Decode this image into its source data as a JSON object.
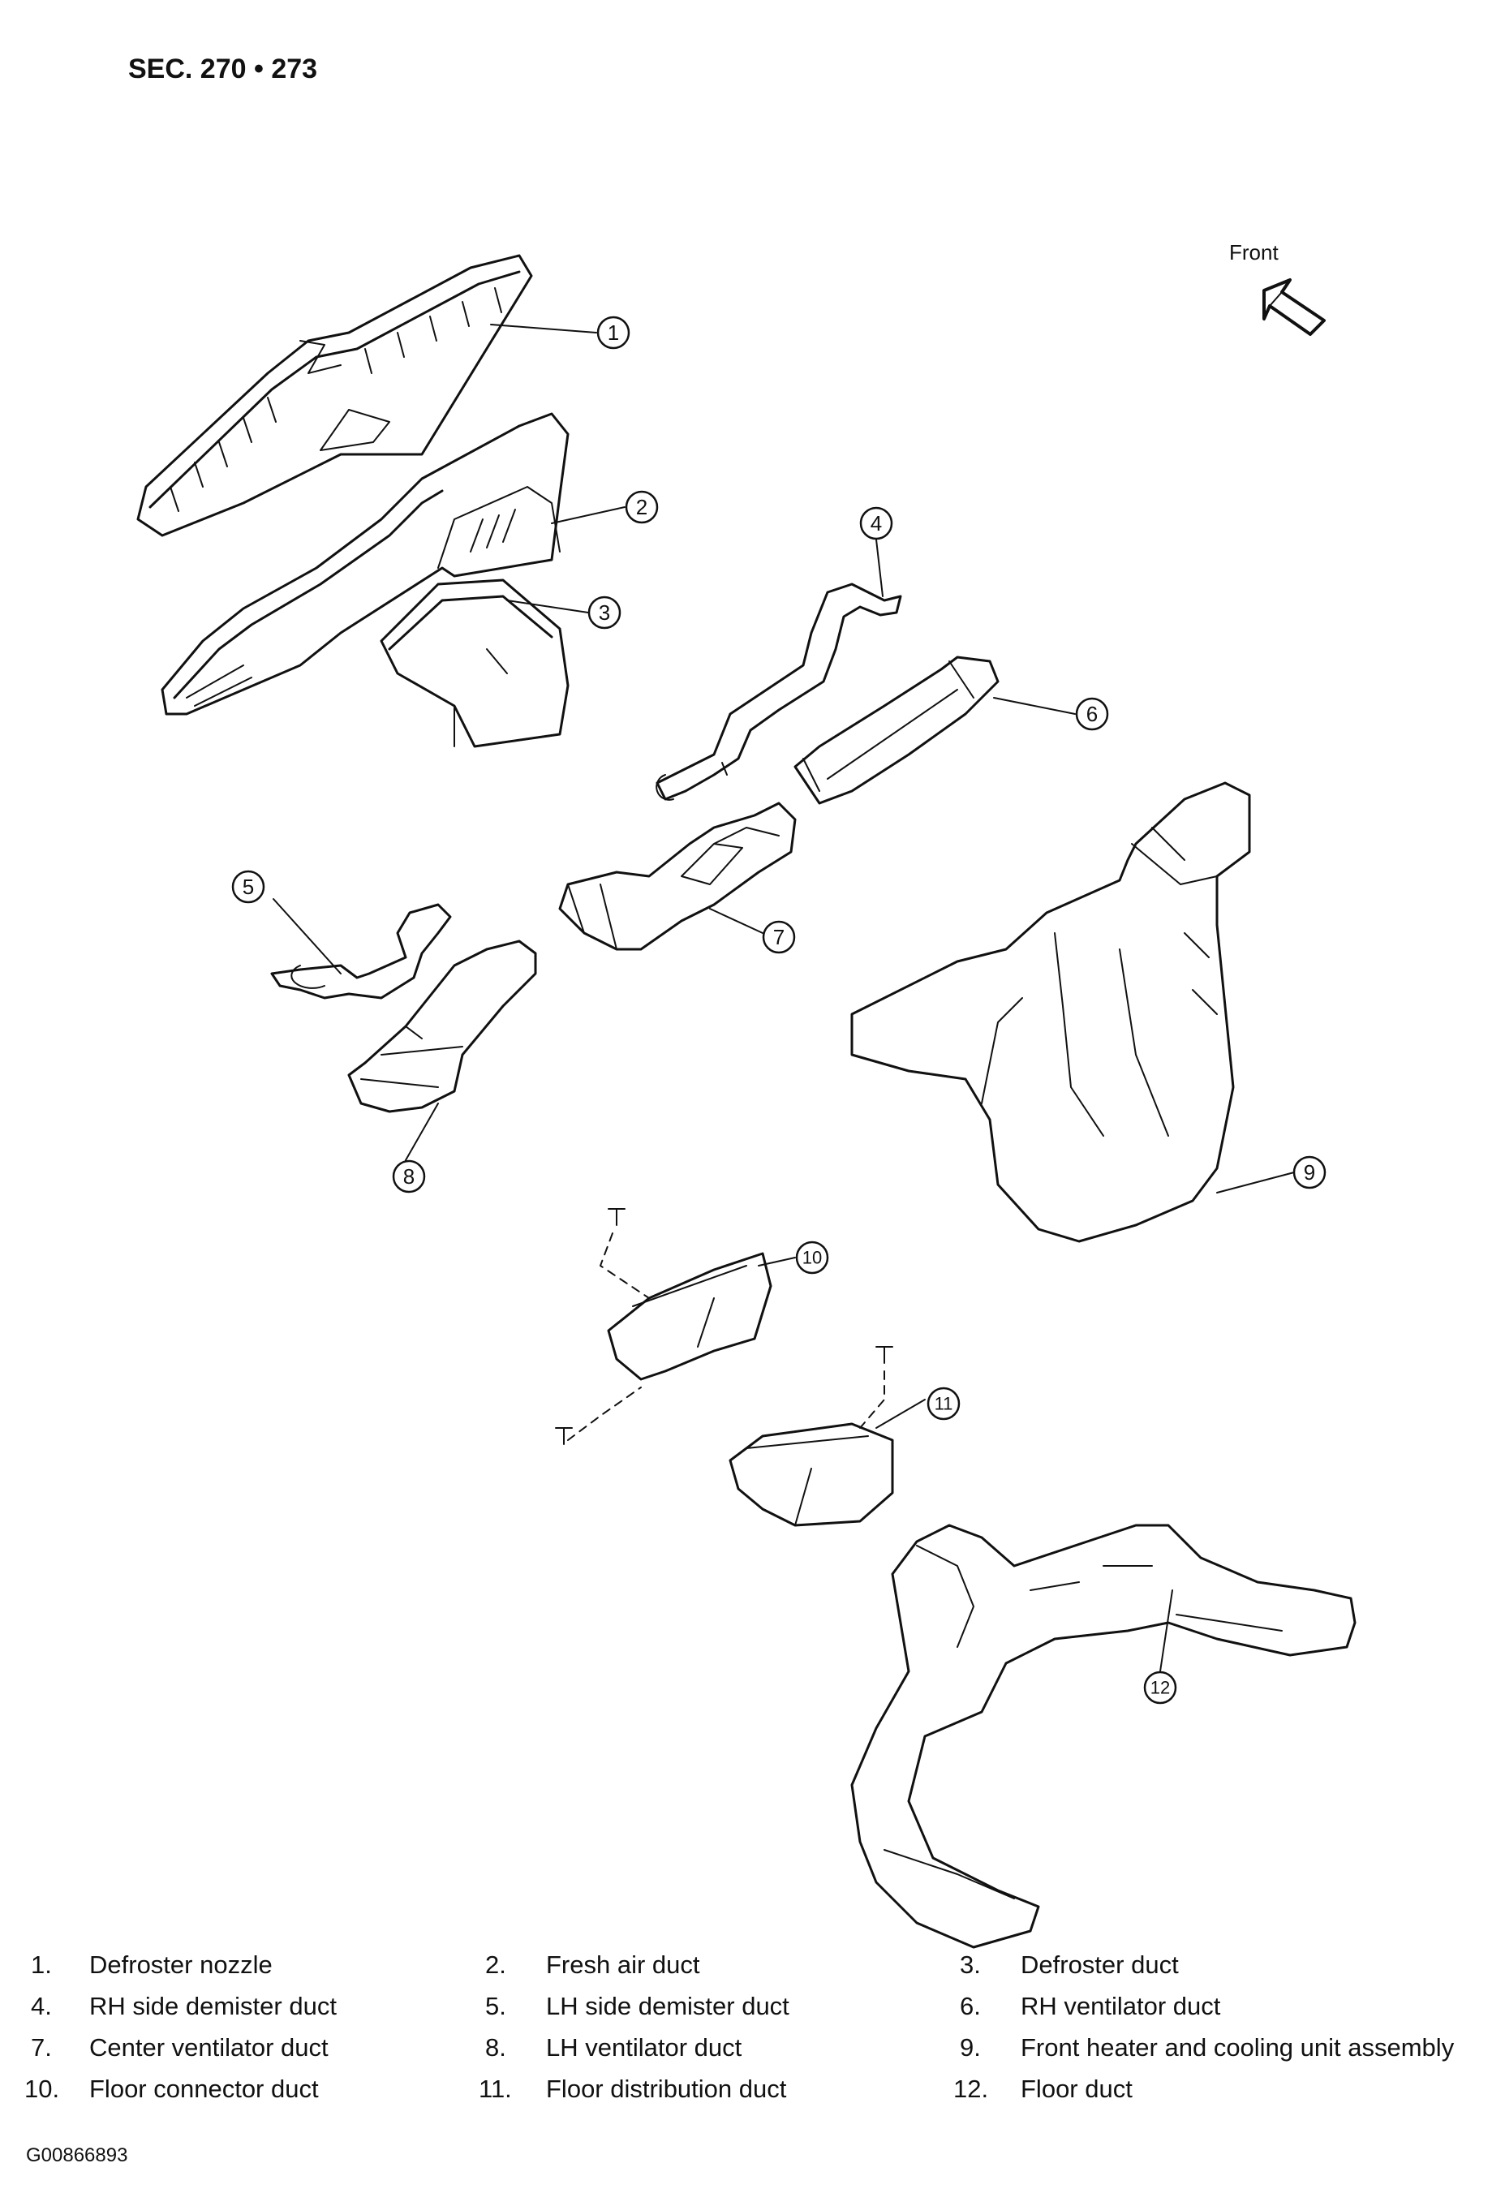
{
  "header": {
    "section": "SEC. 270 • 273"
  },
  "orientation": {
    "label": "Front",
    "icon": "front-arrow-icon"
  },
  "callouts": [
    "1",
    "2",
    "3",
    "4",
    "5",
    "6",
    "7",
    "8",
    "9",
    "10",
    "11",
    "12"
  ],
  "legend": [
    {
      "num": "1.",
      "label": "Defroster nozzle"
    },
    {
      "num": "2.",
      "label": "Fresh air duct"
    },
    {
      "num": "3.",
      "label": "Defroster duct"
    },
    {
      "num": "4.",
      "label": "RH side demister duct"
    },
    {
      "num": "5.",
      "label": "LH side demister duct"
    },
    {
      "num": "6.",
      "label": "RH ventilator duct"
    },
    {
      "num": "7.",
      "label": "Center ventilator duct"
    },
    {
      "num": "8.",
      "label": "LH ventilator duct"
    },
    {
      "num": "9.",
      "label": "Front heater and cooling unit assembly"
    },
    {
      "num": "10.",
      "label": "Floor connector duct"
    },
    {
      "num": "11.",
      "label": "Floor distribution duct"
    },
    {
      "num": "12.",
      "label": "Floor duct"
    }
  ],
  "footer": {
    "figure_code": "G00866893"
  }
}
